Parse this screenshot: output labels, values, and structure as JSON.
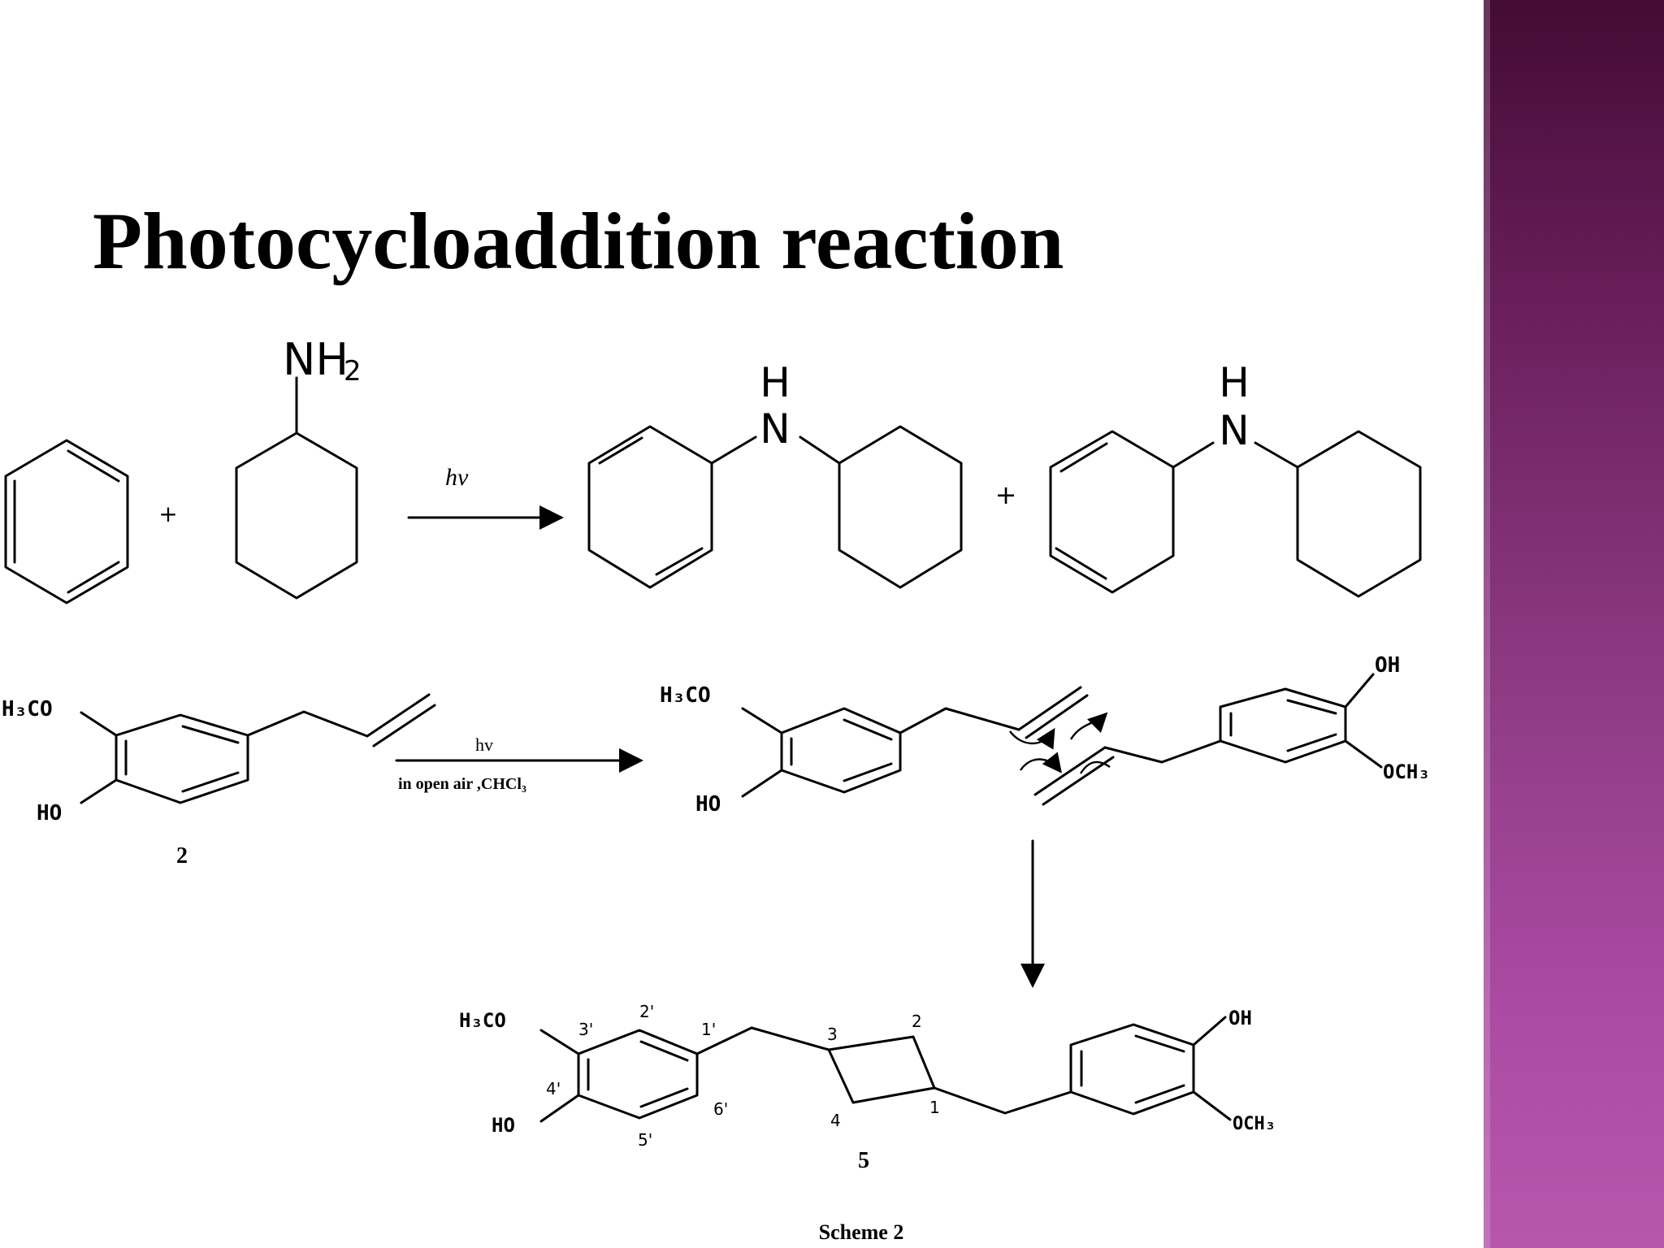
{
  "slide": {
    "title": "Photocycloaddition reaction",
    "accent_colors": {
      "sidebar_top": "#440b35",
      "sidebar_bottom": "#b657ac"
    }
  },
  "reaction1": {
    "plus_1": "+",
    "amine_label": "NH",
    "amine_sub": "2",
    "light": "hν",
    "nh_H_1": "H",
    "nh_N_1": "N",
    "plus_2": "+",
    "nh_H_2": "H",
    "nh_N_2": "N"
  },
  "reaction2": {
    "r_h3co": "H₃CO",
    "r_ho": "HO",
    "compound_2": "2",
    "arrow_top": "hv",
    "arrow_bottom": "in open air ,CHCl₃",
    "m_h3co": "H₃CO",
    "m_ho": "HO",
    "m_oh": "OH",
    "m_och3": "OCH₃"
  },
  "product": {
    "h3co": "H₃CO",
    "ho": "HO",
    "oh": "OH",
    "och3": "OCH₃",
    "locants": {
      "l1p": "1'",
      "l2p": "2'",
      "l3p": "3'",
      "l4p": "4'",
      "l5p": "5'",
      "l6p": "6'",
      "c1": "1",
      "c2": "2",
      "c3": "3",
      "c4": "4"
    },
    "compound_5": "5",
    "scheme_label": "Scheme 2"
  }
}
